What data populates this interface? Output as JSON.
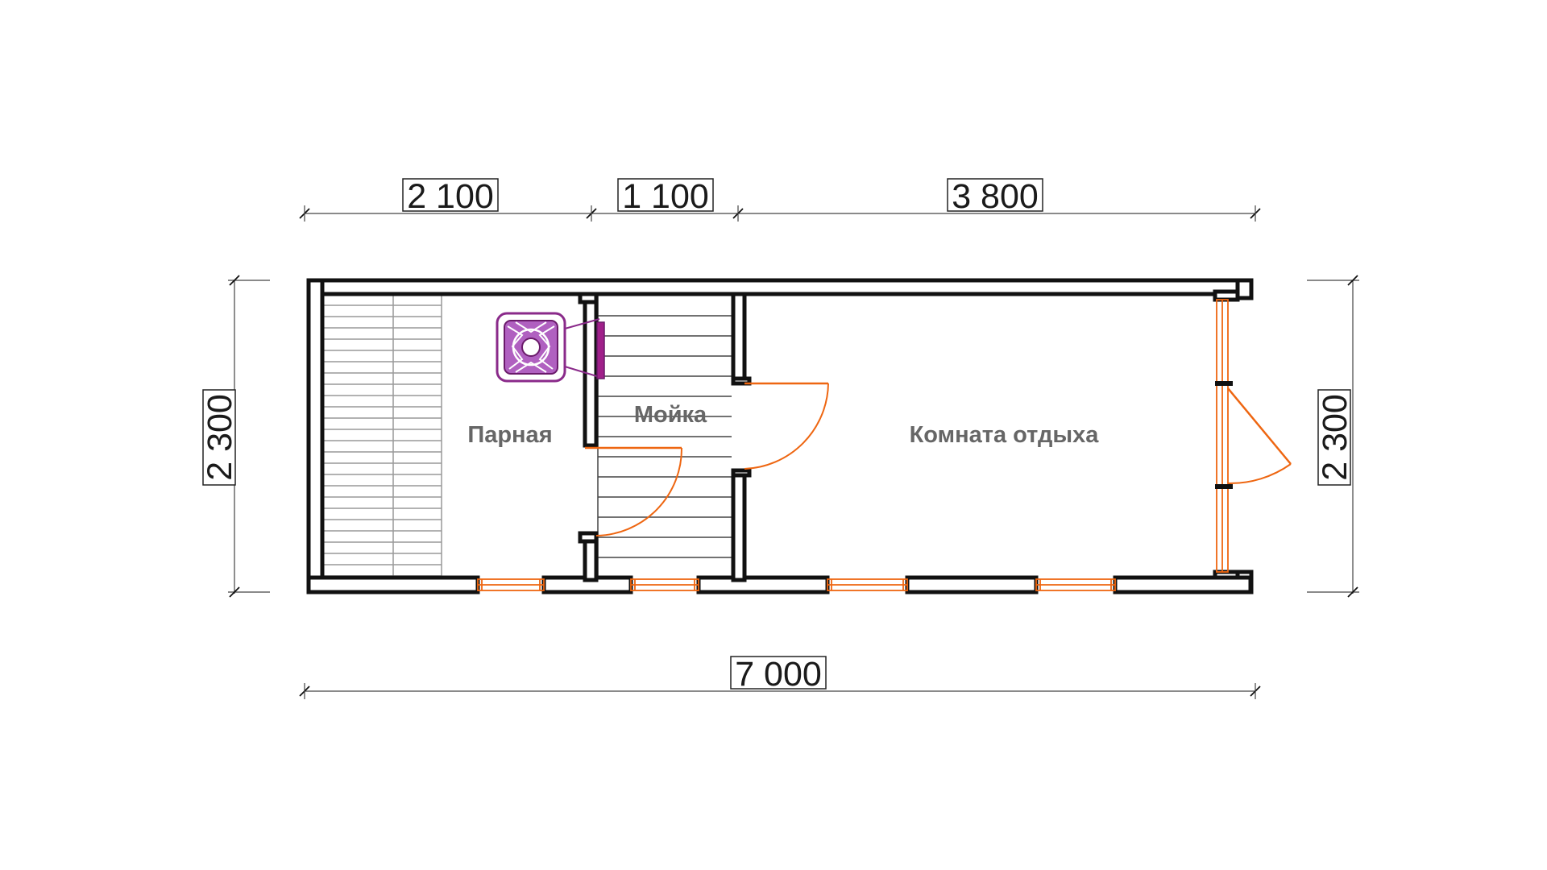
{
  "dimensions": {
    "top_segment_1": "2 100",
    "top_segment_2": "1 100",
    "top_segment_3": "3 800",
    "overall_width": "7 000",
    "left_height": "2 300",
    "right_height": "2 300"
  },
  "rooms": {
    "steam_room": "Парная",
    "washing_room": "Мойка",
    "rest_room": "Комната отдыха"
  },
  "colors": {
    "walls": "#111111",
    "doors_windows": "#ee6611",
    "stove": "#8a2a8a",
    "room_labels": "#666666"
  },
  "icons": {
    "stove": "sauna-stove-icon"
  }
}
